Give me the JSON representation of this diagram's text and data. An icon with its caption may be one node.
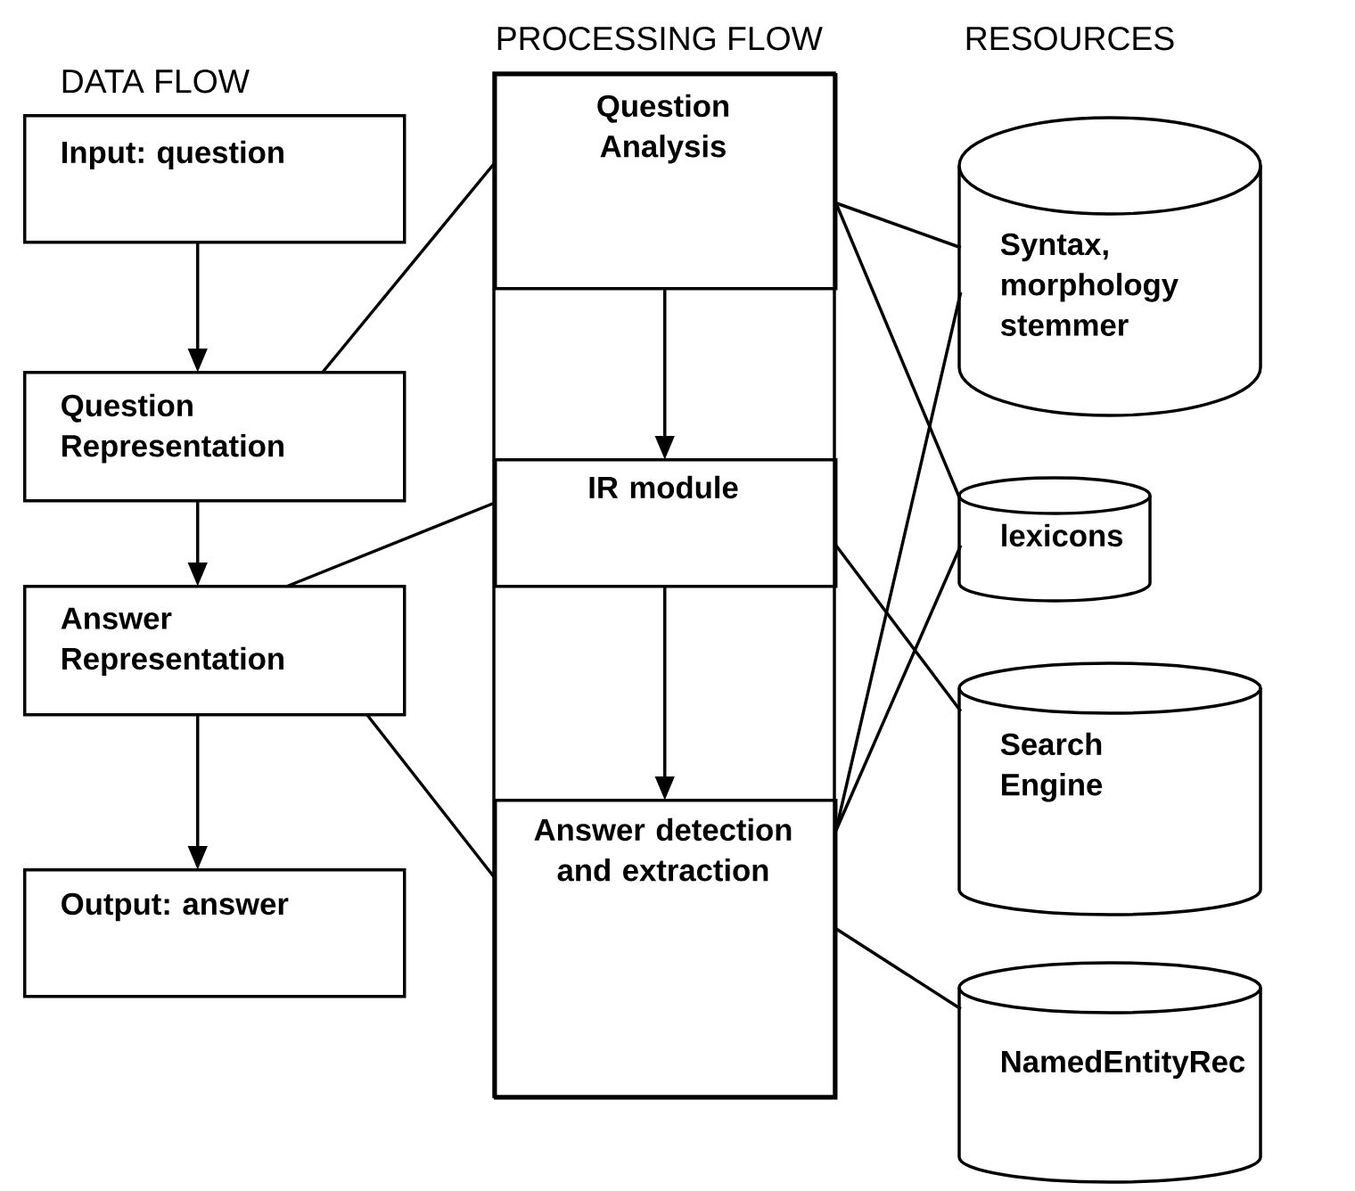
{
  "diagram": {
    "nodes": [
      {
        "text": [
          "Input: question"
        ]
      },
      {
        "text": [
          "Question Representation"
        ]
      },
      {
        "text": [
          "Answer Representation"
        ]
      },
      {
        "text": [
          "Output: answer"
        ]
      },
      {
        "text": [
          "Question Analysis"
        ]
      },
      {
        "text": [
          "IR module"
        ]
      },
      {
        "text": [
          "Answer detection and extraction"
        ]
      },
      {
        "text": [
          "Syntax, morphology stemmer"
        ]
      },
      {
        "text": [
          "lexicons"
        ]
      },
      {
        "text": [
          "Search Engine"
        ]
      },
      {
        "text": [
          "NamedEntityRec"
        ]
      }
    ],
    "edges": [
      {
        "from": 0,
        "to": 1,
        "arrow": "to"
      },
      {
        "from": 1,
        "to": 2,
        "arrow": "to"
      },
      {
        "from": 2,
        "to": 3,
        "arrow": "to"
      },
      {
        "from": 4,
        "to": 5,
        "arrow": "to"
      },
      {
        "from": 5,
        "to": 6,
        "arrow": "to"
      },
      {
        "from": 1,
        "to": 4,
        "arrow": "none"
      },
      {
        "from": 2,
        "to": 5,
        "arrow": "none"
      },
      {
        "from": 2,
        "to": 6,
        "arrow": "none"
      },
      {
        "from": 4,
        "to": 7,
        "arrow": "none"
      },
      {
        "from": 4,
        "to": 8,
        "arrow": "none"
      },
      {
        "from": 5,
        "to": 9,
        "arrow": "none"
      },
      {
        "from": 6,
        "to": 7,
        "arrow": "none"
      },
      {
        "from": 6,
        "to": 8,
        "arrow": "none"
      },
      {
        "from": 6,
        "to": 10,
        "arrow": "none"
      }
    ],
    "labels": [
      "DATA FLOW",
      "PROCESSING FLOW",
      "RESOURCES"
    ]
  }
}
